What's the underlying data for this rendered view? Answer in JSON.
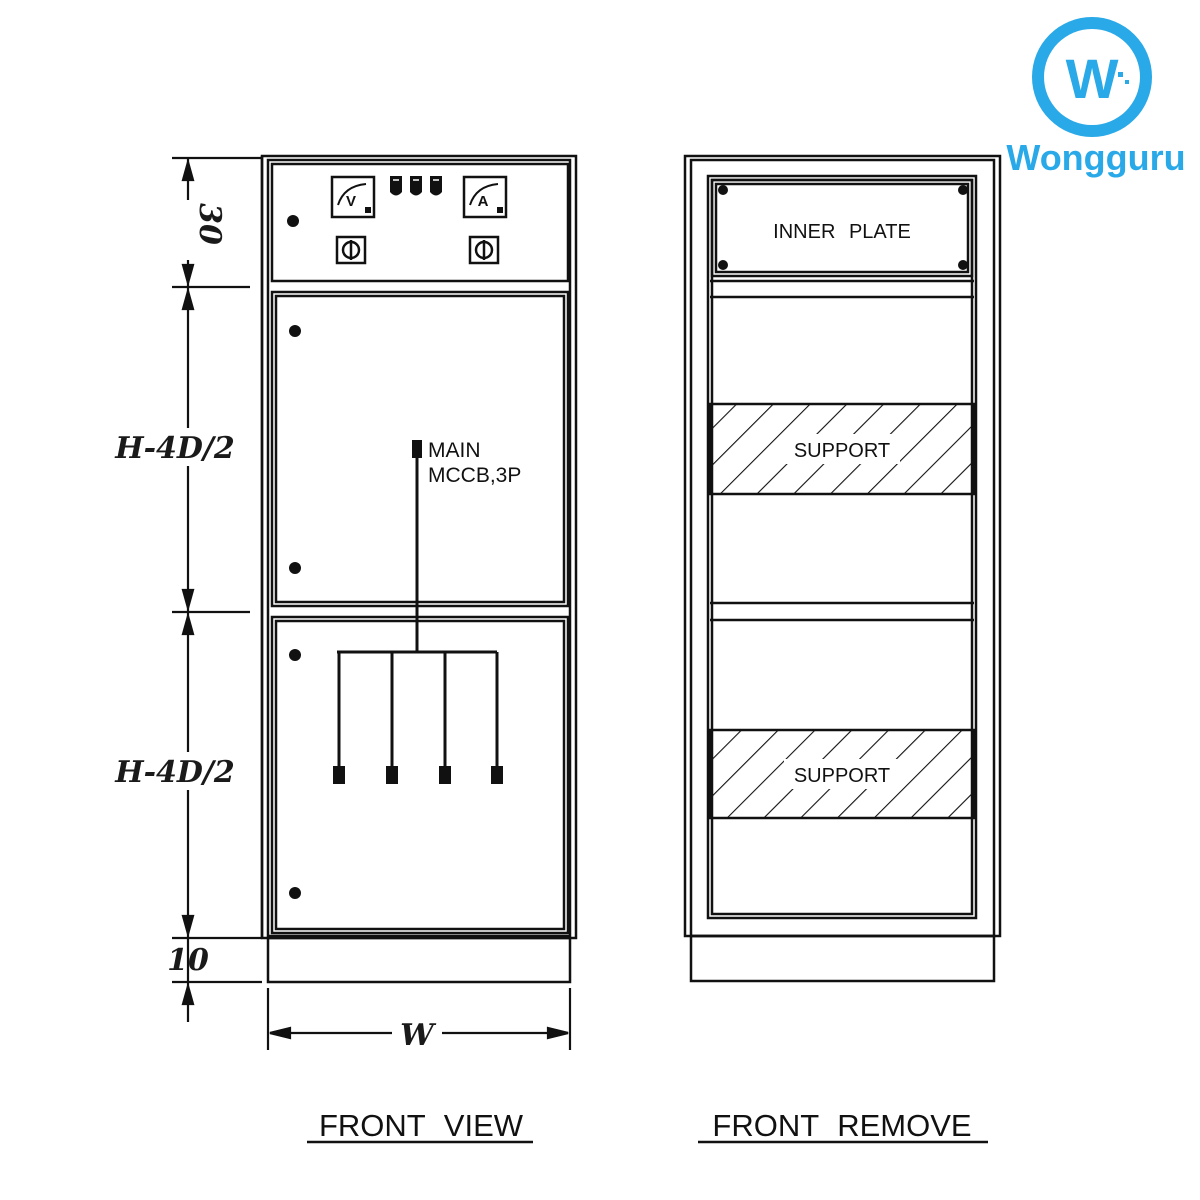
{
  "brand": {
    "name": "Wongguru",
    "logo_letter": "W",
    "color": "#29a9e8"
  },
  "dimensions": {
    "top": "30",
    "upper_section": "H-4D/2",
    "lower_section": "H-4D/2",
    "base": "10",
    "width": "W"
  },
  "front_view": {
    "caption": "FRONT VIEW",
    "voltmeter": "V",
    "ammeter": "A",
    "breaker_label_line1": "MAIN",
    "breaker_label_line2": "MCCB,3P",
    "outgoing_feeders": 4
  },
  "front_remove": {
    "caption": "FRONT REMOVE",
    "inner_plate": "INNER PLATE",
    "support_top": "SUPPORT",
    "support_bottom": "SUPPORT"
  }
}
